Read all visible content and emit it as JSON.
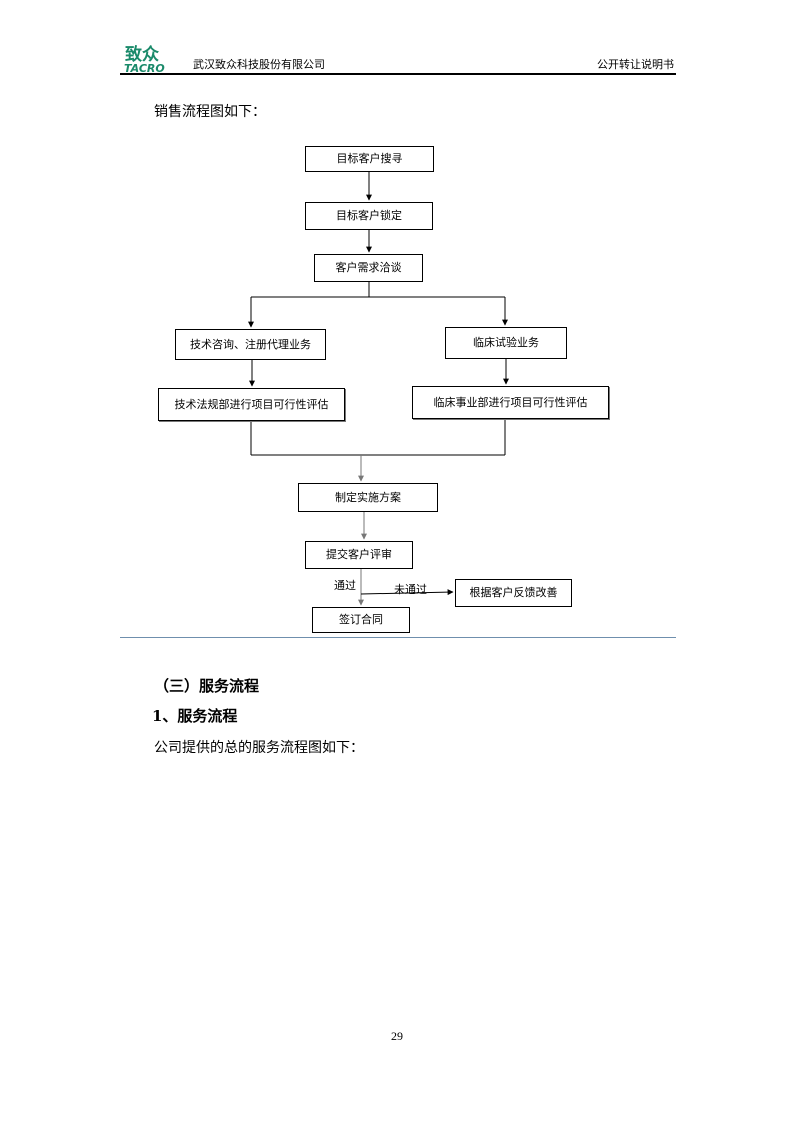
{
  "header": {
    "company": "武汉致众科技股份有限公司",
    "document": "公开转让说明书",
    "logo_text_cn": "致众",
    "logo_text_en": "TACRO",
    "logo_color": "#1a8a6a"
  },
  "intro": "销售流程图如下：",
  "flowchart": {
    "nodes": {
      "target_search": "目标客户搜寻",
      "target_lock": "目标客户锁定",
      "needs_talk": "客户需求洽谈",
      "tech_consult": "技术咨询、注册代理业务",
      "clinical_trial": "临床试验业务",
      "tech_reg_eval": "技术法规部进行项目可行性评估",
      "clinical_eval": "临床事业部进行项目可行性评估",
      "plan": "制定实施方案",
      "submit_review": "提交客户评审",
      "feedback_improve": "根据客户反馈改善",
      "sign_contract": "签订合同"
    },
    "edge_labels": {
      "pass": "通过",
      "fail": "未通过"
    }
  },
  "section_heading": "（三）服务流程",
  "sub_heading": "1、服务流程",
  "body_text": "公司提供的总的服务流程图如下：",
  "page_number": "29"
}
